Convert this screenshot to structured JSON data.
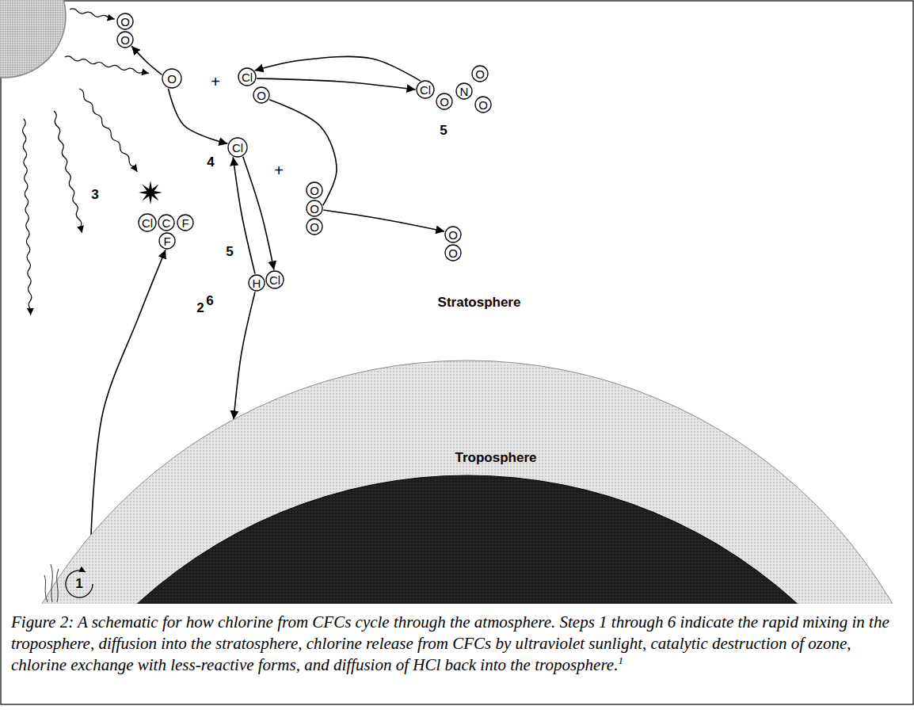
{
  "diagram": {
    "caption": "Figure 2: A schematic for how chlorine from CFCs cycle through the atmosphere. Steps 1 through 6 indicate the rapid mixing in the troposphere, diffusion into the stratosphere, chlorine release from CFCs by ultraviolet sunlight, catalytic destruction of ozone, chlorine exchange with less-reactive forms, and diffusion of HCl back into the troposphere.",
    "nodes": [
      {
        "text": [
          "O"
        ]
      },
      {
        "text": [
          "O"
        ]
      },
      {
        "text": [
          "O"
        ]
      },
      {
        "text": [
          "Cl"
        ]
      },
      {
        "text": [
          "O"
        ]
      },
      {
        "text": [
          "Cl"
        ]
      },
      {
        "text": [
          "O"
        ]
      },
      {
        "text": [
          "N"
        ]
      },
      {
        "text": [
          "O"
        ]
      },
      {
        "text": [
          "O"
        ]
      },
      {
        "text": [
          "Cl"
        ]
      },
      {
        "text": [
          "O"
        ]
      },
      {
        "text": [
          "O"
        ]
      },
      {
        "text": [
          "O"
        ]
      },
      {
        "text": [
          "Cl"
        ]
      },
      {
        "text": [
          "C"
        ]
      },
      {
        "text": [
          "F"
        ]
      },
      {
        "text": [
          "F"
        ]
      },
      {
        "text": [
          "O"
        ]
      },
      {
        "text": [
          "O"
        ]
      },
      {
        "text": [
          "H"
        ]
      },
      {
        "text": [
          "Cl"
        ]
      },
      {
        "text": [
          "Troposphere"
        ]
      }
    ],
    "edges": [
      {
        "from": 2,
        "to": 1,
        "arrow": "to"
      },
      {
        "from": 2,
        "to": 10,
        "arrow": "to"
      },
      {
        "from": 5,
        "to": 3,
        "arrow": "to"
      },
      {
        "from": 3,
        "to": 5,
        "arrow": "to"
      },
      {
        "from": 12,
        "to": 4,
        "arrow": "none"
      },
      {
        "from": 12,
        "to": 18,
        "arrow": "to"
      },
      {
        "from": 10,
        "to": 21,
        "arrow": "to"
      },
      {
        "from": 20,
        "to": 10,
        "arrow": "to"
      },
      {
        "from": 20,
        "to": 22,
        "arrow": "to"
      },
      {
        "from": 22,
        "to": 17,
        "arrow": "to"
      }
    ],
    "labels": [
      "+",
      "5",
      "4",
      "+",
      "3",
      "5",
      "6",
      "Stratosphere",
      "2",
      "1",
      "1"
    ]
  }
}
